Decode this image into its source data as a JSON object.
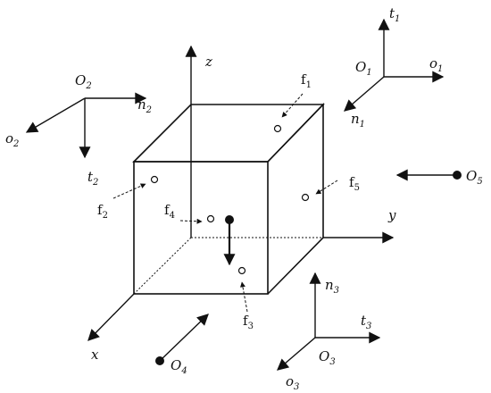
{
  "colors": {
    "ink": "#111111",
    "background": "#ffffff"
  },
  "axes": {
    "x": "x",
    "y": "y",
    "z": "z"
  },
  "frames": [
    {
      "id": "1",
      "origin": [
        "O",
        "1"
      ],
      "a": [
        "t",
        "1"
      ],
      "b": [
        "o",
        "1"
      ],
      "c": [
        "n",
        "1"
      ]
    },
    {
      "id": "2",
      "origin": [
        "O",
        "2"
      ],
      "a": [
        "n",
        "2"
      ],
      "b": [
        "o",
        "2"
      ],
      "c": [
        "t",
        "2"
      ]
    },
    {
      "id": "3",
      "origin": [
        "O",
        "3"
      ],
      "a": [
        "n",
        "3"
      ],
      "b": [
        "t",
        "3"
      ],
      "c": [
        "o",
        "3"
      ]
    },
    {
      "id": "4",
      "origin": [
        "O",
        "4"
      ]
    },
    {
      "id": "5",
      "origin": [
        "O",
        "5"
      ]
    }
  ],
  "faces": [
    {
      "id": "1",
      "label": [
        "f",
        "1"
      ]
    },
    {
      "id": "2",
      "label": [
        "f",
        "2"
      ]
    },
    {
      "id": "3",
      "label": [
        "f",
        "3"
      ]
    },
    {
      "id": "4",
      "label": [
        "f",
        "4"
      ]
    },
    {
      "id": "5",
      "label": [
        "f",
        "5"
      ]
    }
  ]
}
